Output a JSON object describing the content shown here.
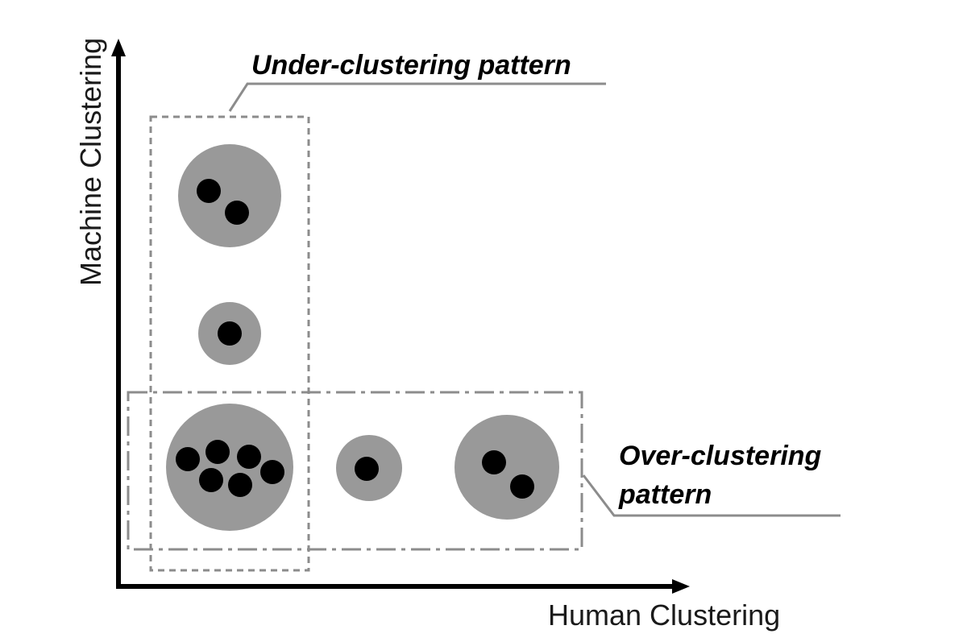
{
  "axes": {
    "x_label": "Human Clustering",
    "y_label": "Machine Clustering"
  },
  "callouts": {
    "under_clustering": "Under-clustering pattern",
    "over_clustering_line1": "Over-clustering",
    "over_clustering_line2": "pattern"
  },
  "colors": {
    "cluster_fill": "#999999",
    "point_fill": "#000000",
    "box_stroke": "#8c8c8c",
    "axis_stroke": "#000000"
  },
  "clusters": [
    {
      "id": "top-left",
      "points": 2
    },
    {
      "id": "mid-left",
      "points": 1
    },
    {
      "id": "bottom-left",
      "points": 6
    },
    {
      "id": "bottom-mid",
      "points": 1
    },
    {
      "id": "bottom-right",
      "points": 2
    }
  ]
}
